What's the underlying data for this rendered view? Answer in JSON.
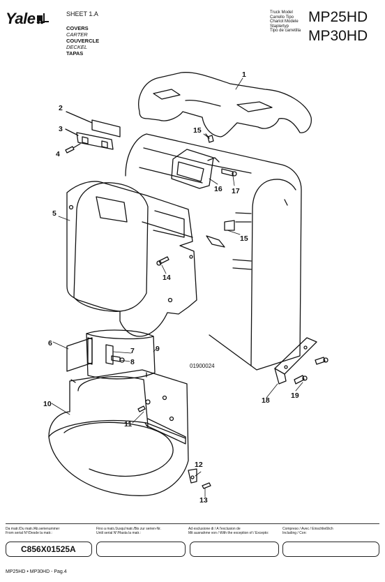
{
  "header": {
    "brand": "Yale",
    "sheet": "SHEET 1.A",
    "titles": [
      "COVERS",
      "CARTER",
      "COUVERCLE",
      "DECKEL",
      "TAPAS"
    ],
    "truck_model_labels": [
      "Truck Model",
      "Carrello Tipo",
      "Chariot Modele",
      "Staplertyp",
      "Tipo de carretilla"
    ],
    "model_1": "MP25HD",
    "model_2": "MP30HD"
  },
  "diagram": {
    "part_number": "01900024",
    "callouts": [
      "1",
      "2",
      "3",
      "4",
      "5",
      "6",
      "7",
      "8",
      "9",
      "10",
      "11",
      "12",
      "13",
      "14",
      "15",
      "15",
      "16",
      "17",
      "18",
      "19"
    ]
  },
  "footer": {
    "labels": [
      [
        "Da matr./Du matr./Ab.serienummer",
        "From serial N°/Desde la matr.:"
      ],
      [
        "Fino a matr./Jusqu'matr./Bis zur serien-Nr.",
        "Until serial N°/Hasta la matr.:"
      ],
      [
        "Ad esclusione di / A l'exclusion de",
        "Mit ausnahme von / With the exception of / Excepto:"
      ],
      [
        "Compreso / Avec / Einschließlich",
        "Including / Con:"
      ]
    ],
    "serial_from": "C856X01525A",
    "page_line": "MP25HD • MP30HD - Pag.4"
  }
}
